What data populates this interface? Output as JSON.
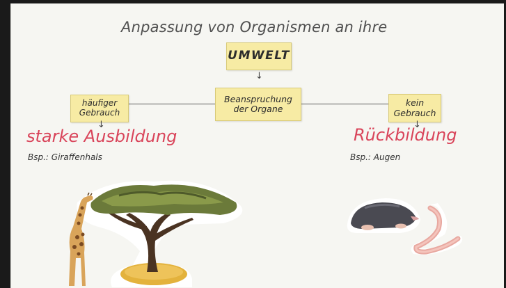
{
  "title": "Anpassung von Organismen an ihre",
  "umwelt": "UMWELT",
  "center_note": {
    "line1": "Beanspruchung",
    "line2": "der Organe"
  },
  "left": {
    "note": {
      "line1": "häufiger",
      "line2": "Gebrauch"
    },
    "result": "starke Ausbildung",
    "example": "Bsp.: Giraffenhals"
  },
  "right": {
    "note": {
      "line1": "kein",
      "line2": "Gebrauch"
    },
    "result": "Rückbildung",
    "example": "Bsp.: Augen"
  },
  "icons": {
    "left_illustration": "giraffe-acacia-tree-icon",
    "right_illustration": "mole-earthworm-icon"
  },
  "colors": {
    "note": "#f7eba4",
    "accent_red": "#d9445a",
    "board": "#f6f6f2"
  }
}
